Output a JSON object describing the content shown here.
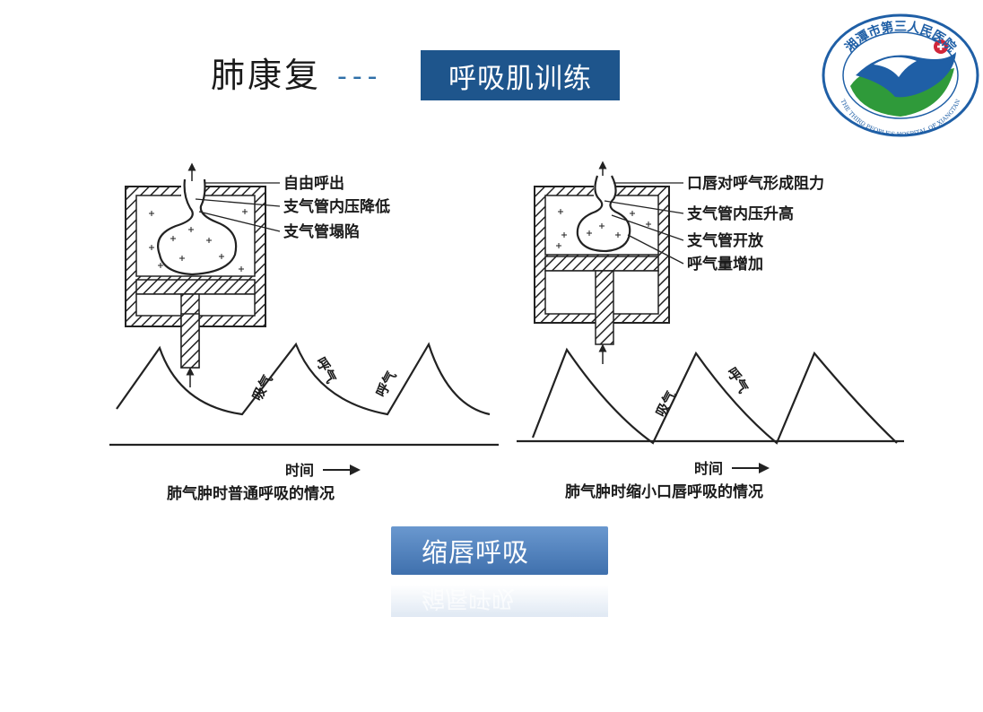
{
  "header": {
    "title": "肺康复",
    "dashes": "---",
    "section": "呼吸肌训练"
  },
  "logo": {
    "top_text": "湘潭市第三人民医院",
    "bottom_text": "THE THIRD PEOPLE'S HOSPITAL OF XIANGTAN",
    "colors": {
      "ring": "#1f5fa6",
      "green": "#2f9a3a",
      "blue": "#1f5fa6",
      "red": "#d0263a"
    }
  },
  "left_panel": {
    "labels": [
      "自由呼出",
      "支气管内压降低",
      "支气管塌陷"
    ],
    "curve_labels": [
      "吸气",
      "呼气",
      "呼气"
    ],
    "time_label": "时间",
    "caption": "肺气肿时普通呼吸的情况"
  },
  "right_panel": {
    "labels": [
      "口唇对呼气形成阻力",
      "支气管内压升高",
      "支气管开放",
      "呼气量增加"
    ],
    "curve_labels": [
      "吸气",
      "呼气"
    ],
    "time_label": "时间",
    "caption": "肺气肿时缩小口唇呼吸的情况"
  },
  "button": {
    "label": "缩唇呼吸"
  }
}
